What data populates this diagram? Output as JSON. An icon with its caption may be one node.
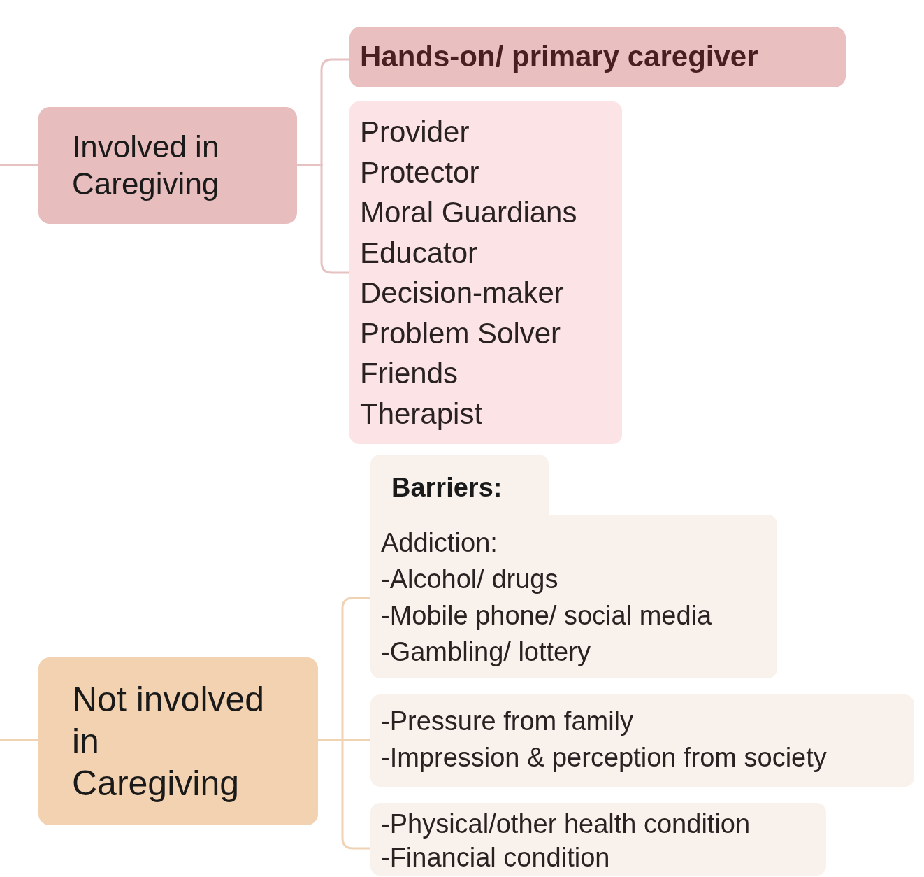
{
  "diagram": {
    "nodes": [
      {
        "text": [
          "Involved in Caregiving"
        ]
      },
      {
        "text": [
          "Hands-on/ primary caregiver"
        ]
      },
      {
        "text": [
          "Provider",
          "Protector",
          "Moral Guardians",
          "Educator",
          "Decision-maker",
          "Problem Solver",
          "Friends",
          "Therapist"
        ]
      },
      {
        "text": [
          "Not involved in Caregiving"
        ]
      },
      {
        "text": [
          "Barriers:",
          "Addiction:",
          "-Alcohol/ drugs",
          "-Mobile phone/ social media",
          "-Gambling/ lottery"
        ]
      },
      {
        "text": [
          "-Pressure from family",
          "-Impression & perception from society"
        ]
      },
      {
        "text": [
          "-Physical/other health condition",
          "-Financial condition"
        ]
      }
    ],
    "edges": [
      {
        "from": null,
        "to": 0,
        "arrow": "none",
        "color": "#e6c2c2"
      },
      {
        "from": 0,
        "to": 1,
        "arrow": "none",
        "color": "#e6c2c2"
      },
      {
        "from": 0,
        "to": 2,
        "arrow": "none",
        "color": "#e6c2c2"
      },
      {
        "from": null,
        "to": 3,
        "arrow": "none"
      },
      {
        "from": 3,
        "to": 4,
        "arrow": "none"
      },
      {
        "from": 3,
        "to": 5,
        "arrow": "none"
      },
      {
        "from": 3,
        "to": 6,
        "arrow": "none"
      }
    ]
  }
}
